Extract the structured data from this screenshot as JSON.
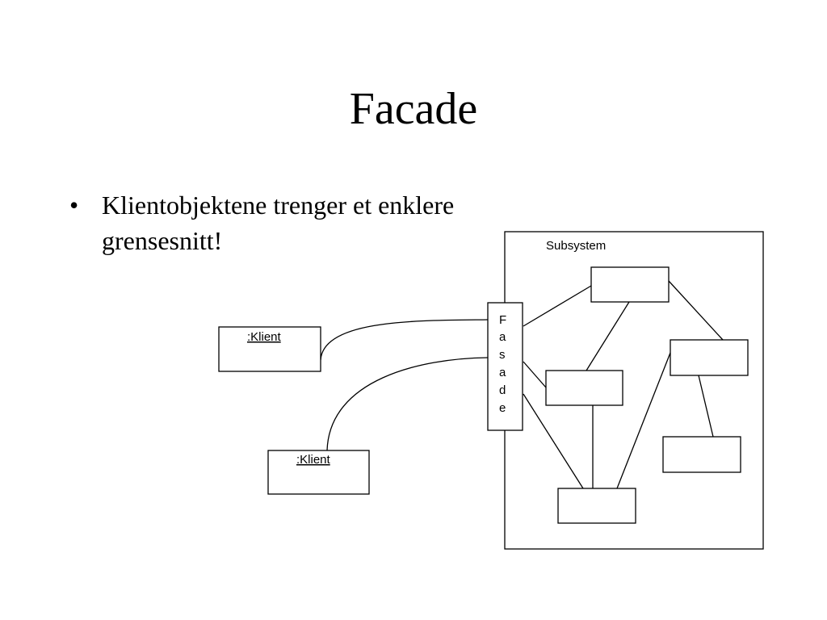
{
  "slide": {
    "title": "Facade",
    "bullets": [
      {
        "marker": "•",
        "text": "Klientobjektene trenger et enklere grensesnitt!"
      }
    ]
  },
  "diagram": {
    "subsystem_label": "Subsystem",
    "facade_letters": [
      "F",
      "a",
      "s",
      "a",
      "d",
      "e"
    ],
    "clients": [
      {
        "label": ":Klient"
      },
      {
        "label": ":Klient"
      }
    ]
  }
}
